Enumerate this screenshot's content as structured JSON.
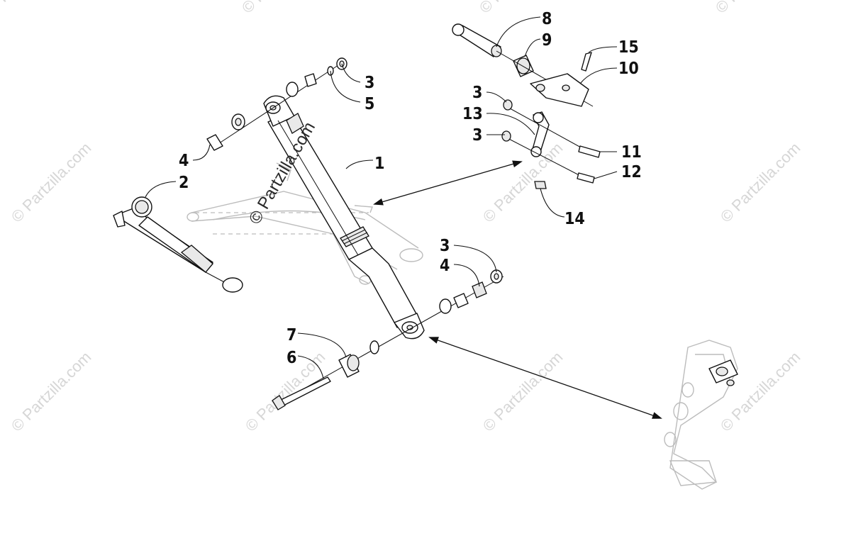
{
  "watermark": {
    "center_text": "© Partzilla.com",
    "tile_text": "© Partzilla.com"
  },
  "callouts": [
    {
      "id": "c1",
      "label": "1"
    },
    {
      "id": "c2",
      "label": "2"
    },
    {
      "id": "c3a",
      "label": "3"
    },
    {
      "id": "c5",
      "label": "5"
    },
    {
      "id": "c4a",
      "label": "4"
    },
    {
      "id": "c3b",
      "label": "3"
    },
    {
      "id": "c4b",
      "label": "4"
    },
    {
      "id": "c7",
      "label": "7"
    },
    {
      "id": "c6",
      "label": "6"
    },
    {
      "id": "c8",
      "label": "8"
    },
    {
      "id": "c9",
      "label": "9"
    },
    {
      "id": "c15",
      "label": "15"
    },
    {
      "id": "c10",
      "label": "10"
    },
    {
      "id": "c3c",
      "label": "3"
    },
    {
      "id": "c13",
      "label": "13"
    },
    {
      "id": "c3d",
      "label": "3"
    },
    {
      "id": "c11",
      "label": "11"
    },
    {
      "id": "c12",
      "label": "12"
    },
    {
      "id": "c14",
      "label": "14"
    }
  ]
}
